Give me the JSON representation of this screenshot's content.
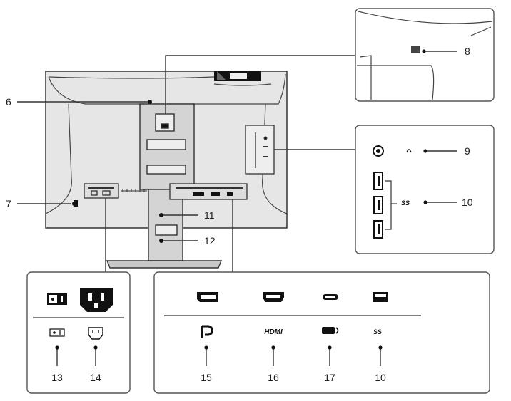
{
  "labels": {
    "n6": "6",
    "n7": "7",
    "n8": "8",
    "n9": "9",
    "n10a": "10",
    "n11": "11",
    "n12": "12",
    "n13": "13",
    "n14": "14",
    "n15": "15",
    "n16": "16",
    "n17": "17",
    "n10b": "10"
  },
  "port_symbols": {
    "hdmi": "HDMI",
    "usb_superspeed": "SS",
    "usb_superspeed_10": "SS"
  },
  "colors": {
    "line": "#333333",
    "fill_dark": "#111111",
    "body_fill": "#e6e6e6",
    "panel_border": "#555555",
    "stand_fill": "#dcdcdc"
  },
  "icons": {
    "power_switch": "power-switch-icon",
    "ac_inlet": "ac-inlet-icon",
    "displayport": "displayport-icon",
    "hdmi": "hdmi-icon",
    "usb_c": "usb-c-icon",
    "usb_a": "usb-a-icon",
    "headphone": "headphone-icon",
    "security_slot": "security-slot-icon"
  }
}
